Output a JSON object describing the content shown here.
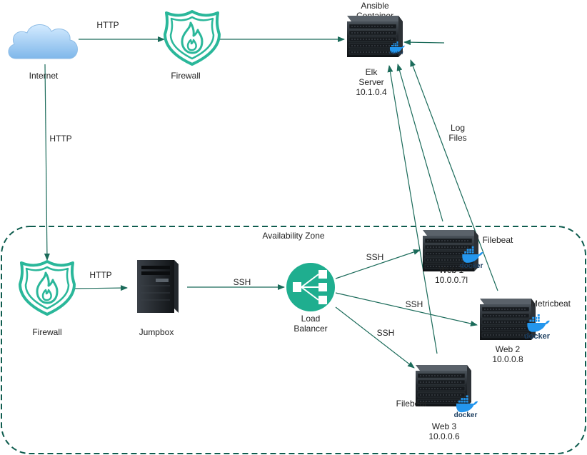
{
  "labels": {
    "internet": "Internet",
    "http_top": "HTTP",
    "firewall_top": "Firewall",
    "ansible_line1": "Ansible",
    "ansible_line2": "Container",
    "elk_line1": "Elk",
    "elk_line2": "Server",
    "elk_ip": "10.1.0.4",
    "http_left": "HTTP",
    "log_line1": "Log",
    "log_line2": "Files",
    "zone": "Availability Zone",
    "http_mid": "HTTP",
    "firewall_bottom": "Firewall",
    "jumpbox": "Jumpbox",
    "ssh_jump": "SSH",
    "lb_line1": "Load",
    "lb_line2": "Balancer",
    "ssh_web1": "SSH",
    "ssh_web2": "SSH",
    "ssh_web3": "SSH",
    "web1_name": "Web 1",
    "web1_ip": "10.0.0.7l",
    "web1_beat": "Filebeat",
    "web2_name": "Web 2",
    "web2_ip": "10.0.0.8",
    "web2_beat": "Metricbeat",
    "web3_name": "Web 3",
    "web3_ip": "10.0.0.6",
    "web3_beat": "Filebeat",
    "docker": "docker"
  },
  "colors": {
    "connector": "#1b6b5a",
    "firewall": "#2ab79a",
    "cloud": "#9ccbf2",
    "zone_border": "#0e5c4e",
    "docker_blue": "#2496ed",
    "server_dark": "#1f2428"
  },
  "icons": [
    "cloud-icon",
    "firewall-icon",
    "server-icon",
    "tower-server-icon",
    "load-balancer-icon",
    "docker-icon"
  ]
}
